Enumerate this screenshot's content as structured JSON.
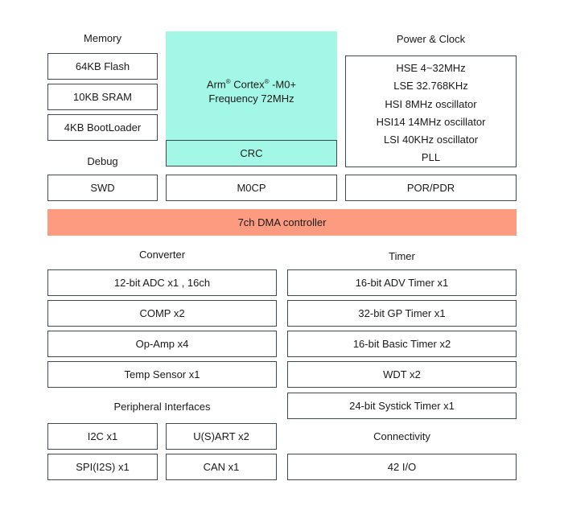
{
  "memory": {
    "title": "Memory",
    "items": [
      "64KB Flash",
      "10KB SRAM",
      "4KB BootLoader"
    ]
  },
  "core": {
    "line1": "Arm® Cortex® -M0+",
    "line2": "Frequency 72MHz",
    "crc": "CRC",
    "m0cp": "M0CP"
  },
  "power_clock": {
    "title": "Power & Clock",
    "items": [
      "HSE 4~32MHz",
      "LSE 32.768KHz",
      "HSI 8MHz oscillator",
      "HSI14 14MHz oscillator",
      "LSI 40KHz oscillator",
      "PLL"
    ],
    "por": "POR/PDR"
  },
  "debug": {
    "title": "Debug",
    "swd": "SWD"
  },
  "dma": {
    "label": "7ch DMA controller"
  },
  "converter": {
    "title": "Converter",
    "items": [
      "12-bit ADC x1 , 16ch",
      "COMP x2",
      "Op-Amp x4",
      "Temp Sensor x1"
    ]
  },
  "timer": {
    "title": "Timer",
    "items": [
      "16-bit ADV Timer x1",
      "32-bit GP Timer x1",
      "16-bit Basic Timer x2",
      "WDT x2",
      "24-bit  Systick Timer x1"
    ]
  },
  "peripheral": {
    "title": "Peripheral Interfaces",
    "items": [
      "I2C x1",
      "U(S)ART x2",
      "SPI(I2S) x1",
      "CAN x1"
    ]
  },
  "connectivity": {
    "title": "Connectivity",
    "io": "42 I/O"
  },
  "colors": {
    "core": "#a3f7e6",
    "dma": "#fd9b81",
    "border": "#3d4a52"
  }
}
